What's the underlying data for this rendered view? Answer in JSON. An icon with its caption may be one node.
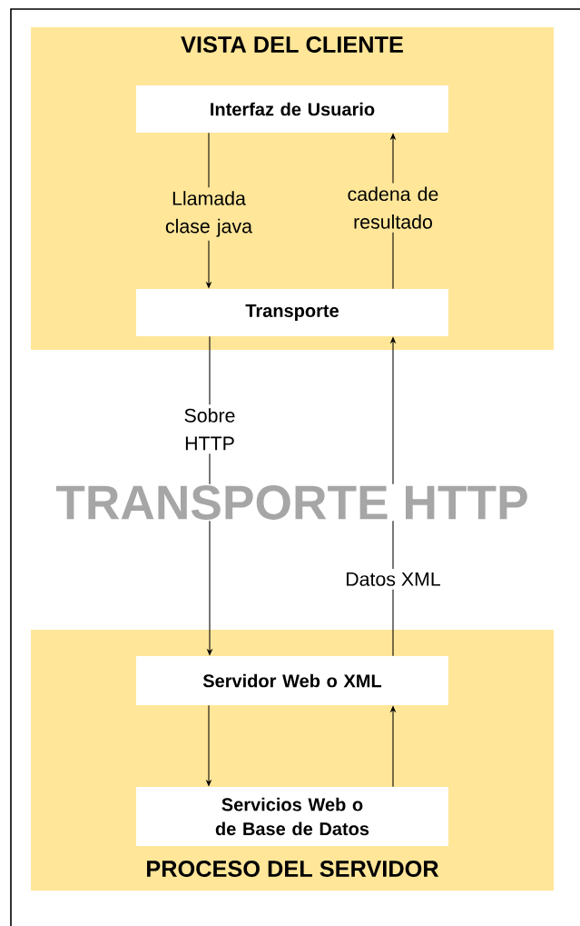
{
  "diagram": {
    "nodes": [
      {
        "text": [
          "VISTA DEL CLIENTE"
        ]
      },
      {
        "text": [
          "Interfaz de Usuario"
        ],
        "in": 0
      },
      {
        "text": [
          "Transporte"
        ],
        "in": 0
      },
      {
        "text": [
          "PROCESO DEL SERVIDOR"
        ]
      },
      {
        "text": [
          "Servidor Web o XML"
        ],
        "in": 3
      },
      {
        "text": [
          "Servicios Web o de Base de Datos"
        ],
        "in": 3
      }
    ],
    "edges": [
      {
        "from": 1,
        "to": 2,
        "arrow": "to",
        "label": "Llamada clase java"
      },
      {
        "from": 2,
        "to": 1,
        "arrow": "to",
        "label": "cadena de resultado"
      },
      {
        "from": 2,
        "to": 4,
        "arrow": "to",
        "label": "Sobre HTTP"
      },
      {
        "from": 4,
        "to": 2,
        "arrow": "to",
        "label": "Datos XML"
      },
      {
        "from": 4,
        "to": 5,
        "arrow": "to"
      },
      {
        "from": 5,
        "to": 4,
        "arrow": "to"
      }
    ],
    "labels": [
      "TRANSPORTE HTTP"
    ]
  }
}
